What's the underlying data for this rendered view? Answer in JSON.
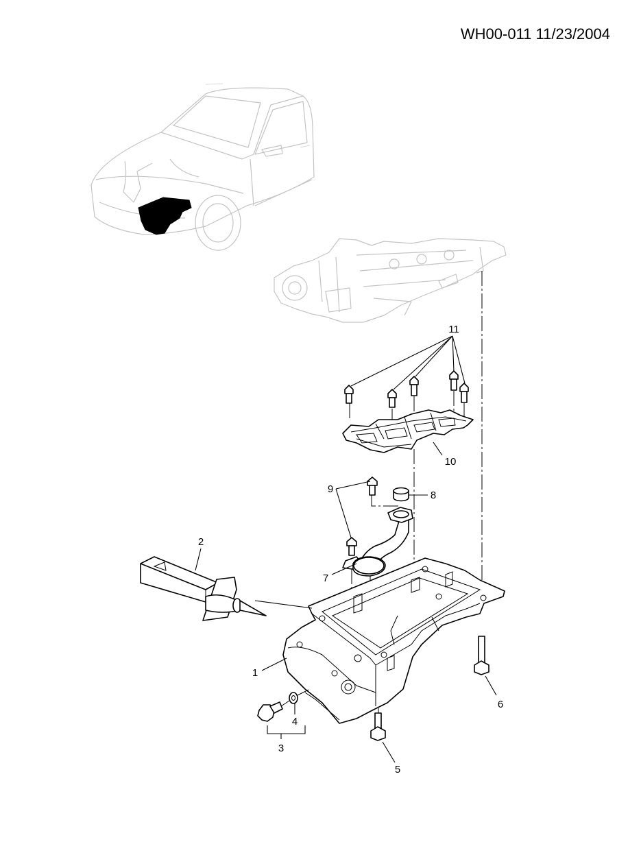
{
  "header": {
    "code": "WH00-011 11/23/2004"
  },
  "callouts": [
    {
      "id": "1",
      "text": "1"
    },
    {
      "id": "2",
      "text": "2"
    },
    {
      "id": "3",
      "text": "3"
    },
    {
      "id": "4",
      "text": "4"
    },
    {
      "id": "5",
      "text": "5"
    },
    {
      "id": "6",
      "text": "6"
    },
    {
      "id": "7",
      "text": "7"
    },
    {
      "id": "8",
      "text": "8"
    },
    {
      "id": "9",
      "text": "9"
    },
    {
      "id": "10",
      "text": "10"
    },
    {
      "id": "11",
      "text": "11"
    }
  ],
  "colors": {
    "line": "#000000",
    "ghost": "#c4c4c4",
    "highlight": "#000000",
    "background": "#ffffff"
  }
}
